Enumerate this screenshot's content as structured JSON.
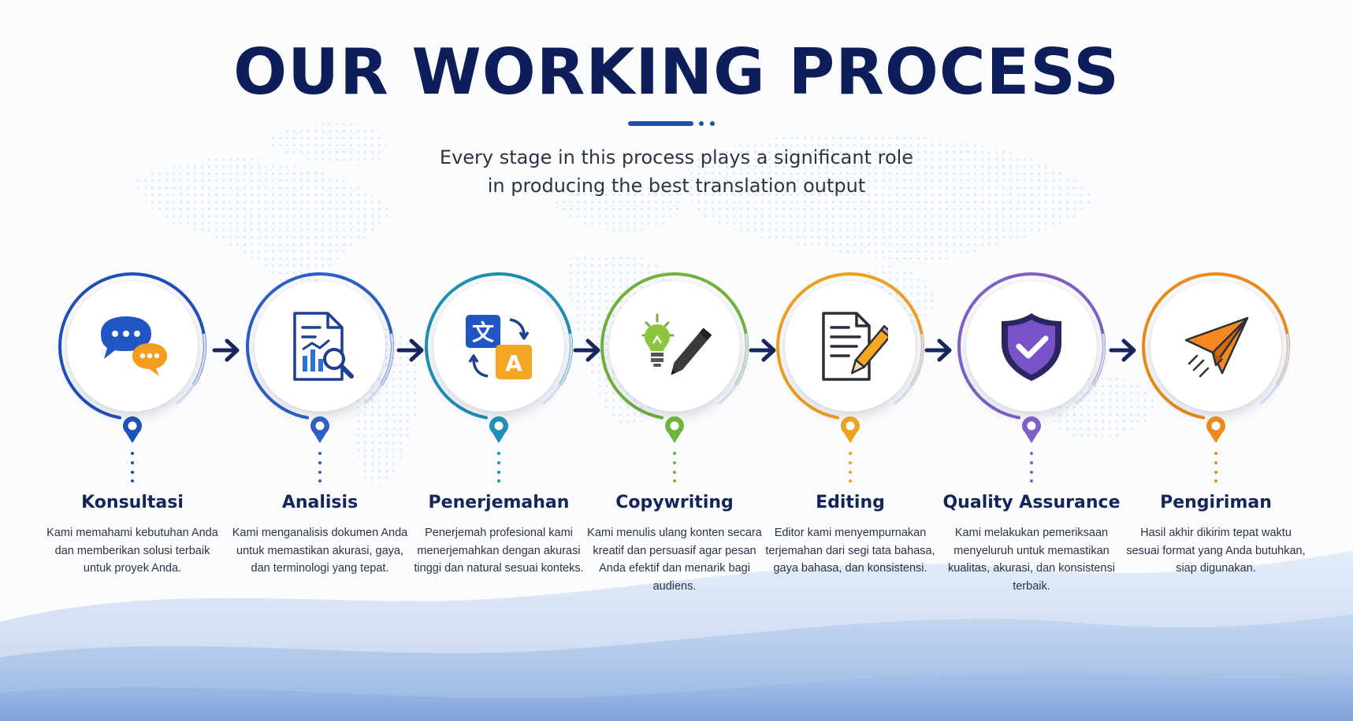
{
  "title": "OUR WORKING PROCESS",
  "subtitle": {
    "line1": "Every stage in this process plays a significant role",
    "line2": "in producing the best translation output"
  },
  "colors": {
    "title": "#0e1e5b",
    "accent": "#1f4fa8"
  },
  "steps": [
    {
      "title": "Konsultasi",
      "description": "Kami memahami kebutuhan Anda dan memberikan solusi terbaik untuk proyek Anda.",
      "icon": "chat-bubbles-icon",
      "color": "#1f4fb8"
    },
    {
      "title": "Analisis",
      "description": "Kami menganalisis dokumen Anda untuk memastikan akurasi, gaya, dan terminologi yang tepat.",
      "icon": "document-analysis-icon",
      "color": "#2e5fc4"
    },
    {
      "title": "Penerjemahan",
      "description": "Penerjemah profesional kami menerjemahkan dengan akurasi tinggi dan natural sesuai konteks.",
      "icon": "translate-icon",
      "color": "#1f8fb3"
    },
    {
      "title": "Copywriting",
      "description": "Kami menulis ulang konten secara kreatif dan persuasif agar pesan Anda efektif dan menarik bagi audiens.",
      "icon": "lightbulb-pencil-icon",
      "color": "#6fb33c"
    },
    {
      "title": "Editing",
      "description": "Editor kami menyempurnakan terjemahan dari segi tata bahasa, gaya bahasa, dan konsistensi.",
      "icon": "document-edit-icon",
      "color": "#f0a020"
    },
    {
      "title": "Quality Assurance",
      "description": "Kami melakukan pemeriksaan menyeluruh untuk memastikan kualitas, akurasi, dan konsistensi terbaik.",
      "icon": "shield-check-icon",
      "color": "#8060c8"
    },
    {
      "title": "Pengiriman",
      "description": "Hasil akhir dikirim tepat waktu sesuai format yang Anda butuhkan, siap digunakan.",
      "icon": "paper-plane-icon",
      "color": "#ee8a1a"
    }
  ]
}
